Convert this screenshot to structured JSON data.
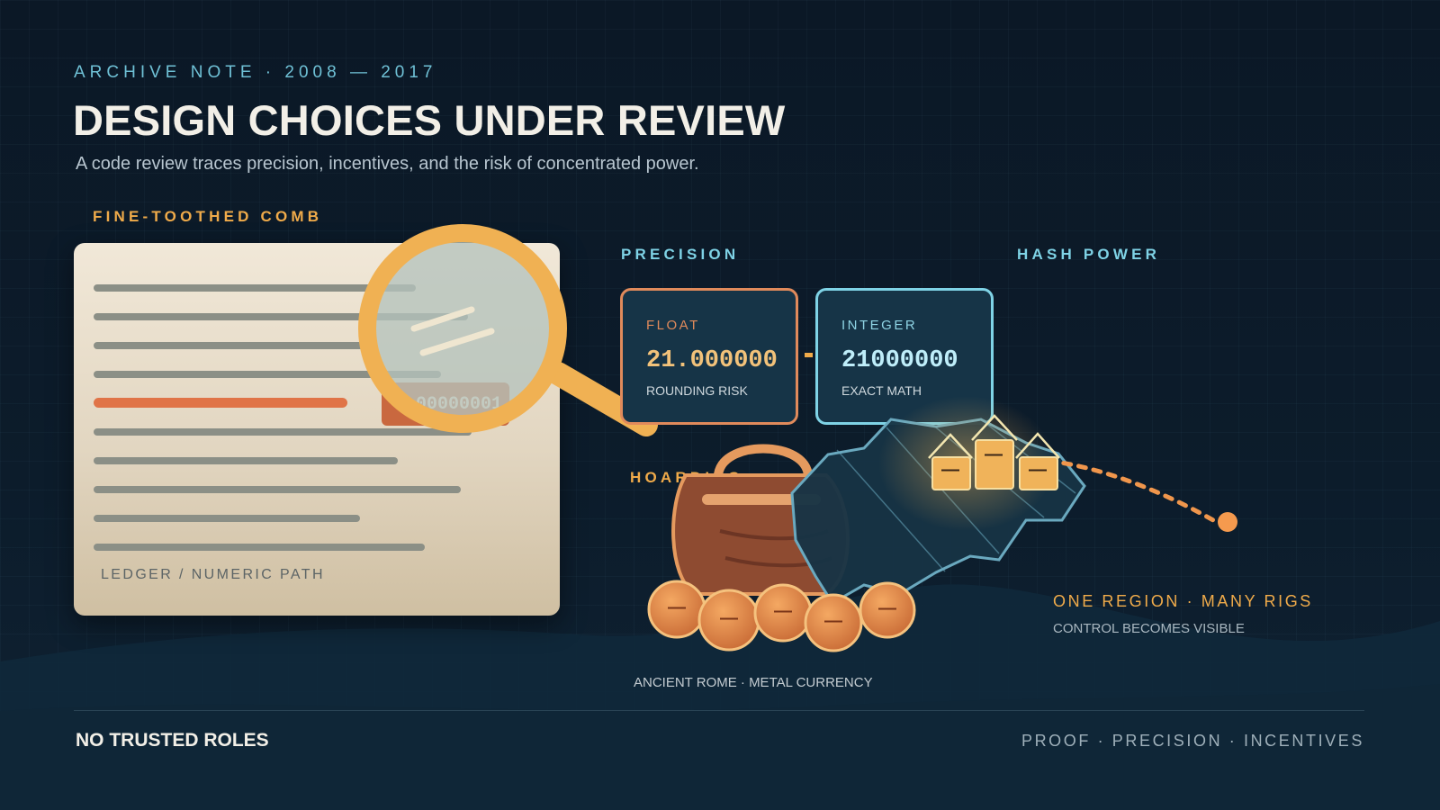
{
  "header": {
    "kicker": "ARCHIVE NOTE · 2008 — 2017",
    "title": "DESIGN CHOICES UNDER REVIEW",
    "subtitle": "A code review traces precision, incentives, and the risk of concentrated power."
  },
  "sections": {
    "comb": "FINE-TOOTHED COMB",
    "precision": "PRECISION",
    "hash_power": "HASH POWER",
    "hoarding": "HOARDING"
  },
  "ledger": {
    "caption": "LEDGER / NUMERIC PATH",
    "chip_value": "0.00000001"
  },
  "cards": {
    "float": {
      "label": "FLOAT",
      "value": "21.000000",
      "note": "ROUNDING RISK"
    },
    "integer": {
      "label": "INTEGER",
      "value": "21000000",
      "note": "EXACT MATH"
    }
  },
  "hoarding": {
    "caption": "ANCIENT ROME · METAL CURRENCY",
    "coin_glyph": "—"
  },
  "hash": {
    "rig_glyph": "—",
    "region_title": "ONE REGION · MANY RIGS",
    "region_sub": "CONTROL BECOMES VISIBLE"
  },
  "footer": {
    "left": "NO TRUSTED ROLES",
    "right": "PROOF · PRECISION · INCENTIVES"
  },
  "colors": {
    "accent_orange": "#f0ab4a",
    "accent_cyan": "#7fd3e6",
    "highlight": "#e07447"
  }
}
